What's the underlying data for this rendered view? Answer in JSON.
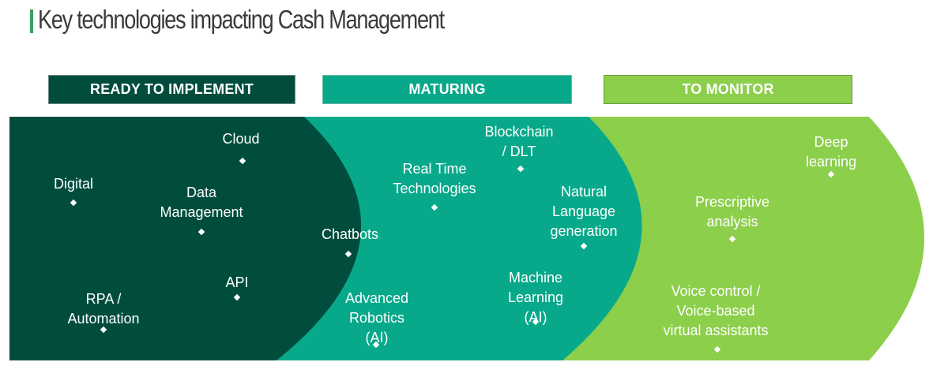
{
  "title": "Key technologies impacting Cash Management",
  "stages": [
    {
      "label": "READY TO IMPLEMENT",
      "color": "#004d3d"
    },
    {
      "label": "MATURING",
      "color": "#07a98a"
    },
    {
      "label": "TO MONITOR",
      "color": "#8ccf4b"
    }
  ],
  "technologies": [
    {
      "label": "Cloud",
      "stage": "READY TO IMPLEMENT"
    },
    {
      "label": "Digital",
      "stage": "READY TO IMPLEMENT"
    },
    {
      "label": "Data\nManagement",
      "stage": "READY TO IMPLEMENT"
    },
    {
      "label": "API",
      "stage": "READY TO IMPLEMENT"
    },
    {
      "label": "RPA /\nAutomation",
      "stage": "READY TO IMPLEMENT"
    },
    {
      "label": "Chatbots",
      "stage": "MATURING"
    },
    {
      "label": "Advanced\nRobotics\n(AI)",
      "stage": "MATURING"
    },
    {
      "label": "Real Time\nTechnologies",
      "stage": "MATURING"
    },
    {
      "label": "Blockchain\n/ DLT",
      "stage": "MATURING"
    },
    {
      "label": "Natural\nLanguage\ngeneration",
      "stage": "MATURING"
    },
    {
      "label": "Machine\nLearning\n(AI)",
      "stage": "MATURING"
    },
    {
      "label": "Deep\nlearning",
      "stage": "TO MONITOR"
    },
    {
      "label": "Prescriptive\nanalysis",
      "stage": "TO MONITOR"
    },
    {
      "label": "Voice control /\nVoice-based\nvirtual assistants",
      "stage": "TO MONITOR"
    }
  ]
}
